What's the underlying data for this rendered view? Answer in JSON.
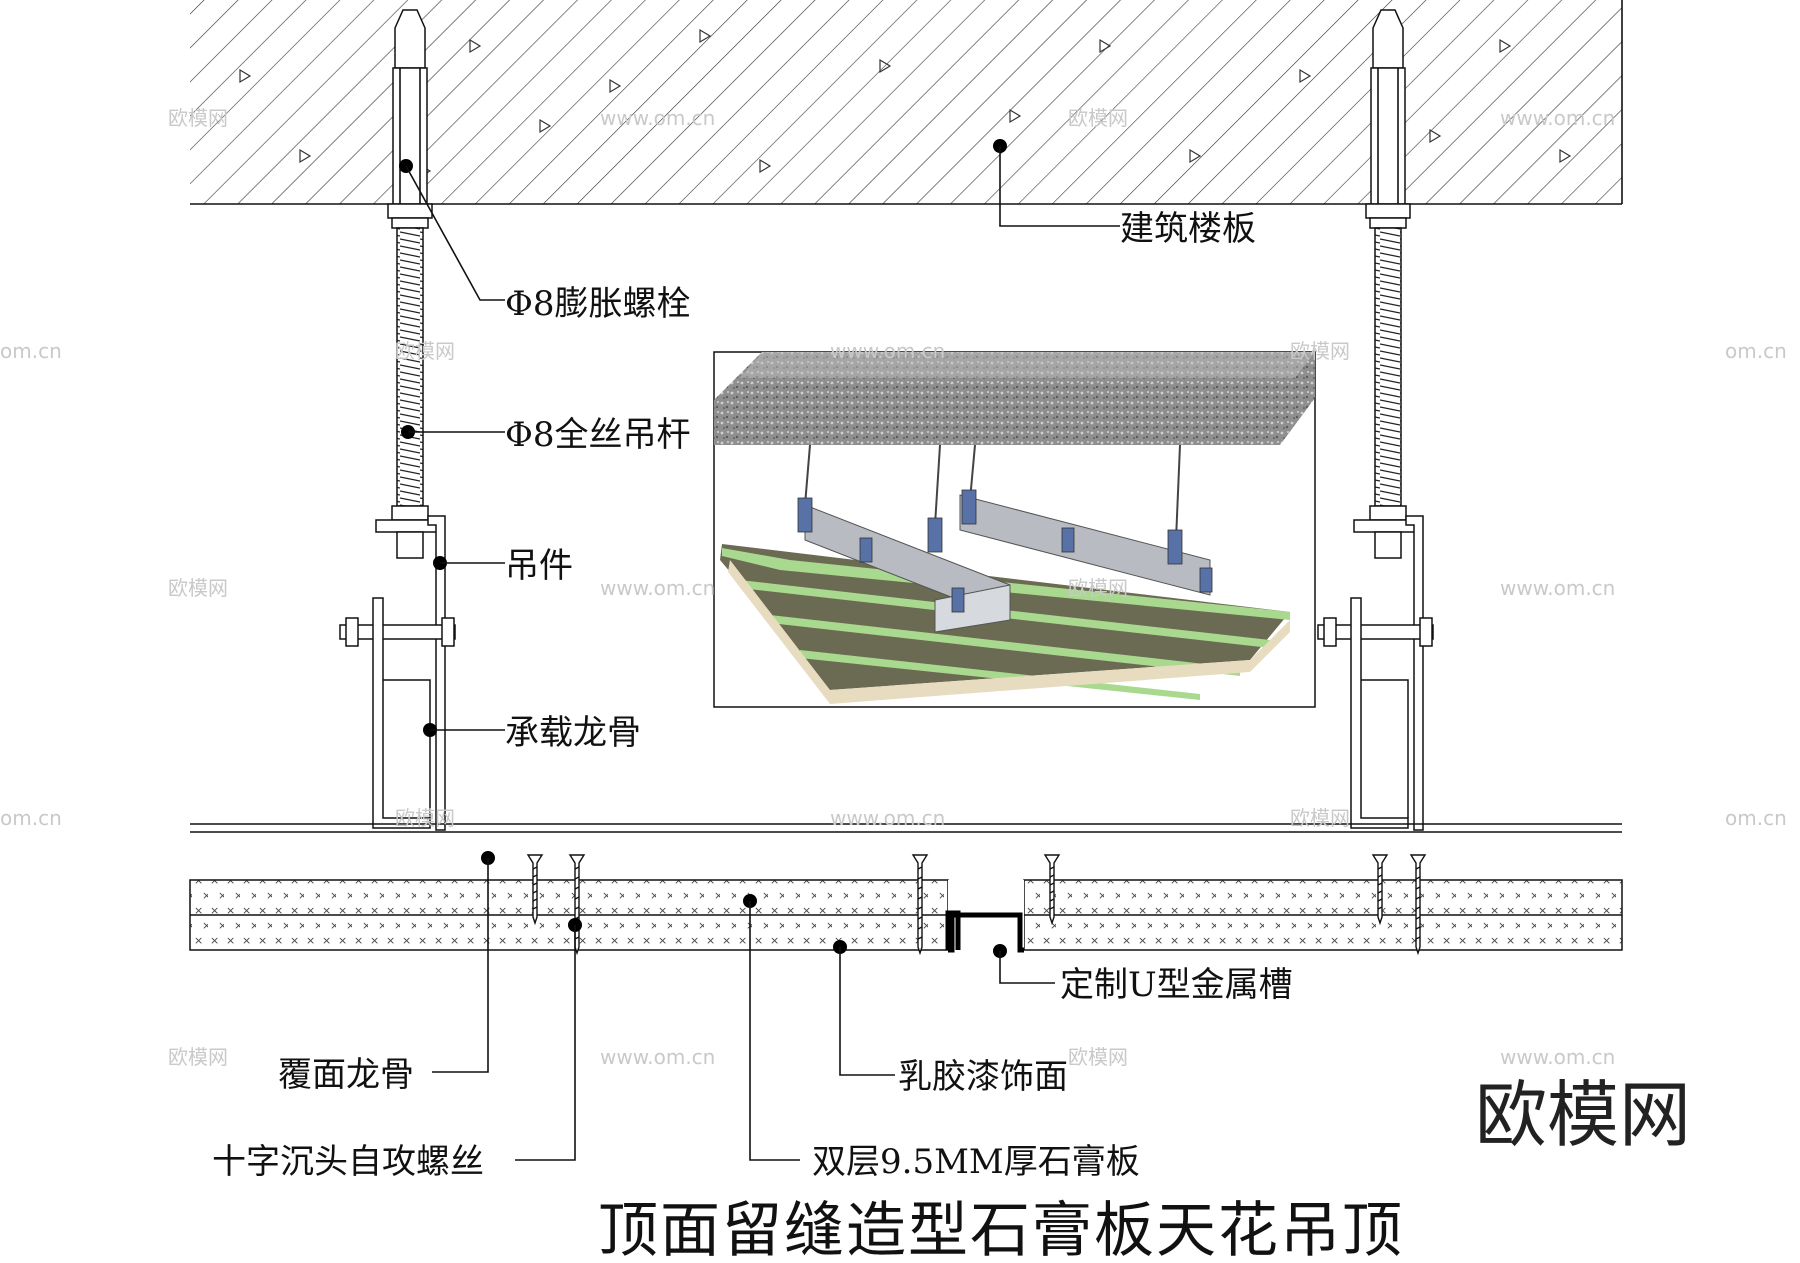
{
  "labels": {
    "slab": "建筑楼板",
    "anchor_bolt": "Φ8膨胀螺栓",
    "rod": "Φ8全丝吊杆",
    "hanger": "吊件",
    "main_keel": "承载龙骨",
    "cover_keel": "覆面龙骨",
    "screw": "十字沉头自攻螺丝",
    "board": "双层9.5MM厚石膏板",
    "paint": "乳胶漆饰面",
    "u_channel": "定制U型金属槽"
  },
  "title": "顶面留缝造型石膏板天花吊顶",
  "brand": "欧模网",
  "watermark": {
    "text_cn": "欧模网",
    "text_url": "www.om.cn",
    "text_url_short": "om.cn"
  },
  "colors": {
    "ink": "#111111",
    "board_green": "#a9d98f",
    "board_top": "#6b6a52",
    "board_edge": "#e8dcc0",
    "keel_gray": "#b8bcc2",
    "slab_gray": "#9a9a9a",
    "clip_blue": "#5872a8"
  }
}
